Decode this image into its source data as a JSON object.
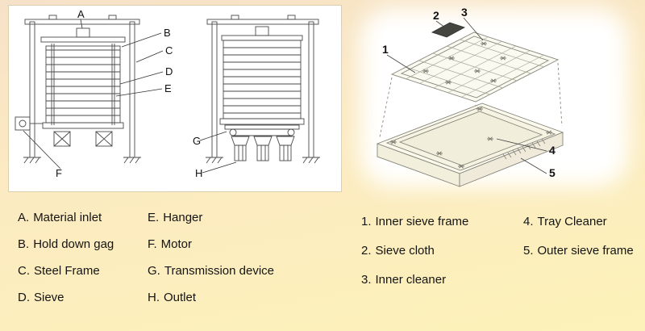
{
  "palette": {
    "background_top": "#f6e2c8",
    "background_bottom": "#fdf2b9",
    "panel_background": "#ffffff",
    "line_art": "#4a4a4a",
    "exploded_art": "#85857a",
    "sieve_cloth_dark": "#45453f",
    "text": "#141414"
  },
  "machine_diagram": {
    "labels": [
      "A",
      "B",
      "C",
      "D",
      "E",
      "F",
      "G",
      "H"
    ]
  },
  "exploded_diagram": {
    "labels": [
      "1",
      "2",
      "3",
      "4",
      "5"
    ]
  },
  "legend_left": {
    "col1": [
      {
        "key": "A.",
        "label": "Material inlet"
      },
      {
        "key": "B.",
        "label": "Hold down gag"
      },
      {
        "key": "C.",
        "label": "Steel Frame"
      },
      {
        "key": "D.",
        "label": "Sieve"
      }
    ],
    "col2": [
      {
        "key": "E.",
        "label": "Hanger"
      },
      {
        "key": "F.",
        "label": "Motor"
      },
      {
        "key": "G.",
        "label": "Transmission device"
      },
      {
        "key": "H.",
        "label": "Outlet"
      }
    ]
  },
  "legend_right": {
    "col1": [
      {
        "key": "1.",
        "label": "Inner sieve frame"
      },
      {
        "key": "2.",
        "label": "Sieve cloth"
      },
      {
        "key": "3.",
        "label": "Inner cleaner"
      }
    ],
    "col2": [
      {
        "key": "4.",
        "label": "Tray Cleaner"
      },
      {
        "key": "5.",
        "label": "Outer sieve frame"
      }
    ]
  }
}
